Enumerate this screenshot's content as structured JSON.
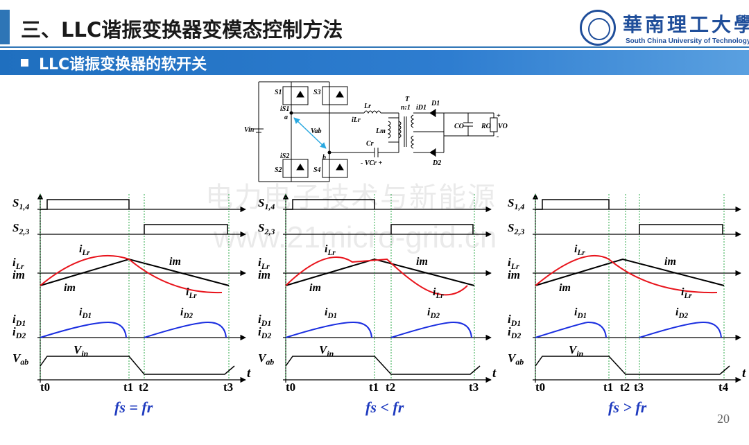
{
  "title": "三、LLC谐振变换器变模态控制方法",
  "subtitle": "LLC谐振变换器的软开关",
  "logo": {
    "cn": "華南理工大學",
    "en": "South China University of Technology"
  },
  "watermark": {
    "line1": "电力电子技术与新能源",
    "line2": "www.21micro-grid.cn"
  },
  "page_number": "20",
  "circuit": {
    "vin": "Vin",
    "s1": "S1",
    "s2": "S2",
    "s3": "S3",
    "s4": "S4",
    "is1": "iS1",
    "is2": "iS2",
    "node_a": "a",
    "node_b": "b",
    "vab": "Vab",
    "lr": "Lr",
    "ilr": "iLr",
    "lm": "Lm",
    "cr": "Cr",
    "vcr": "- VCr +",
    "transformer": "T",
    "ratio": "n:1",
    "d1": "D1",
    "d2": "D2",
    "id1": "iD1",
    "co": "CO",
    "ro": "RO",
    "vo": "VO",
    "plus": "+",
    "minus": "-"
  },
  "waveform_labels": {
    "s14": "S1,4",
    "s23": "S2,3",
    "ilr": "iLr",
    "im": "im",
    "id1": "iD1",
    "id2": "iD2",
    "vab": "Vab",
    "vin": "Vin",
    "t": "t"
  },
  "panels": [
    {
      "condition": "fs = fr",
      "ticks": [
        "t0",
        "t1",
        "t2",
        "t3"
      ]
    },
    {
      "condition": "fs < fr",
      "ticks": [
        "t0",
        "t1",
        "t2",
        "t3"
      ]
    },
    {
      "condition": "fs > fr",
      "ticks": [
        "t0",
        "t1",
        "t2",
        "t3",
        "t4"
      ]
    }
  ],
  "colors": {
    "accent": "#2e75b6",
    "ilr": "#e8141c",
    "im": "#000000",
    "id": "#1a2ee0",
    "guide": "#2ea84a",
    "cond": "#1f3bbf"
  }
}
